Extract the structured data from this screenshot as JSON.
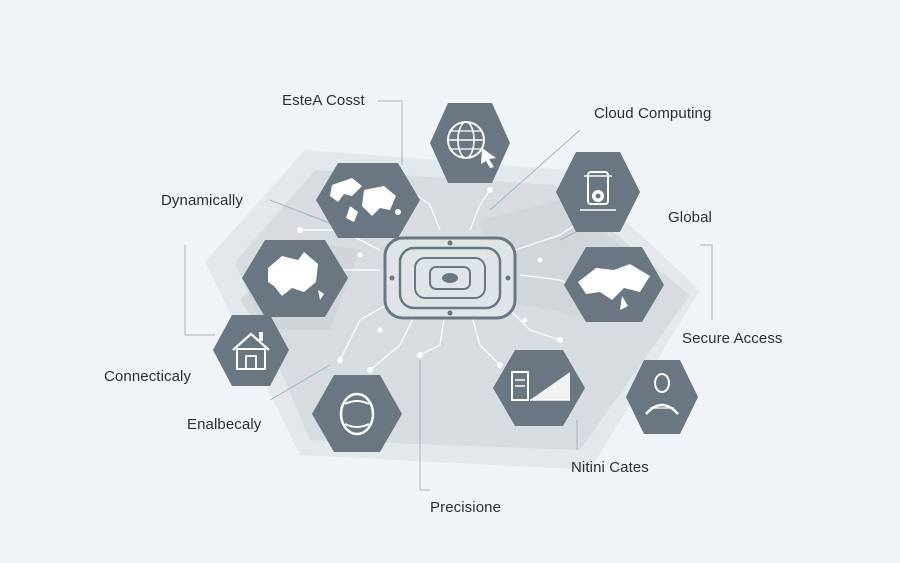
{
  "labels": {
    "cost": "EsteA Cosst",
    "cloud_computing": "Cloud Computing",
    "dynamically": "Dynamically",
    "global": "Global",
    "secure_access": "Secure Access",
    "connectically": "Connecticaly",
    "enabecaly": "Enalbecaly",
    "nitini_cates": "Nitini Cates",
    "precisione": "Precisione"
  },
  "icons": [
    "globe-cursor-icon",
    "world-map-icon",
    "mobile-device-icon",
    "australia-map-icon",
    "world-map-right-icon",
    "house-icon",
    "globe-outline-icon",
    "data-card-icon",
    "user-profile-icon",
    "processor-chip-icon"
  ],
  "colors": {
    "background": "#f1f4f6",
    "platform": "#d3d9dd",
    "node": "#6b7780",
    "node_glyph": "#ffffff",
    "leader_line": "#a9b2b9",
    "text": "#2b3036"
  }
}
